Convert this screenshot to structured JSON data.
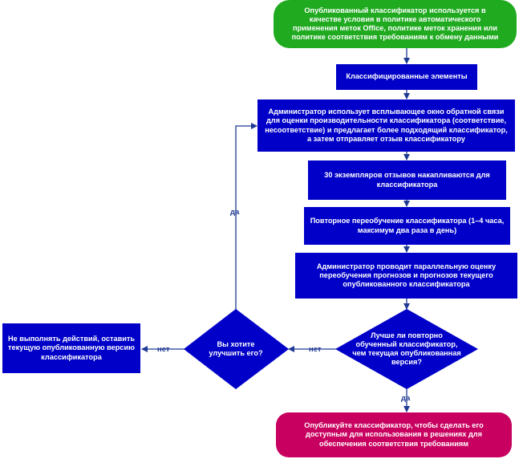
{
  "nodes": {
    "start": "Опубликованный классификатор используется в качестве условия в политике автоматического применения меток Office, политике меток хранения или политике соответствия требованиям к обмену данными",
    "classified": "Классифицированные элементы",
    "feedback": "Администратор использует всплывающее окно обратной связи для оценки производительности классификатора (соответствие, несоответствие) и предлагает более подходящий классификатор, а затем отправляет отзыв классификатору",
    "accumulate": "30 экземпляров отзывов накапливаются для классификатора",
    "retrain": "Повторное переобучение классификатора (1–4 часа, максимум два раза в день)",
    "compare": "Администратор проводит параллельную оценку переобучения прогнозов и прогнозов текущего опубликованного классификатора",
    "decision_better": "Лучше ли повторно обученный классификатор, чем текущая опубликованная версия?",
    "decision_improve": "Вы хотите улучшить его?",
    "no_action": "Не выполнять действий, оставить текущую опубликованную версию классификатора",
    "publish": "Опубликуйте классификатор, чтобы сделать его доступным для использования в решениях для обеспечения соответствия требованиям"
  },
  "labels": {
    "yes_loop": "да",
    "no_left": "нет",
    "no_mid": "нет",
    "yes_down": "да"
  },
  "colors": {
    "process": "#0000c8",
    "start": "#1faa1f",
    "end": "#c8005f",
    "edge": "#1f3a93",
    "label": "#1f3a93"
  }
}
